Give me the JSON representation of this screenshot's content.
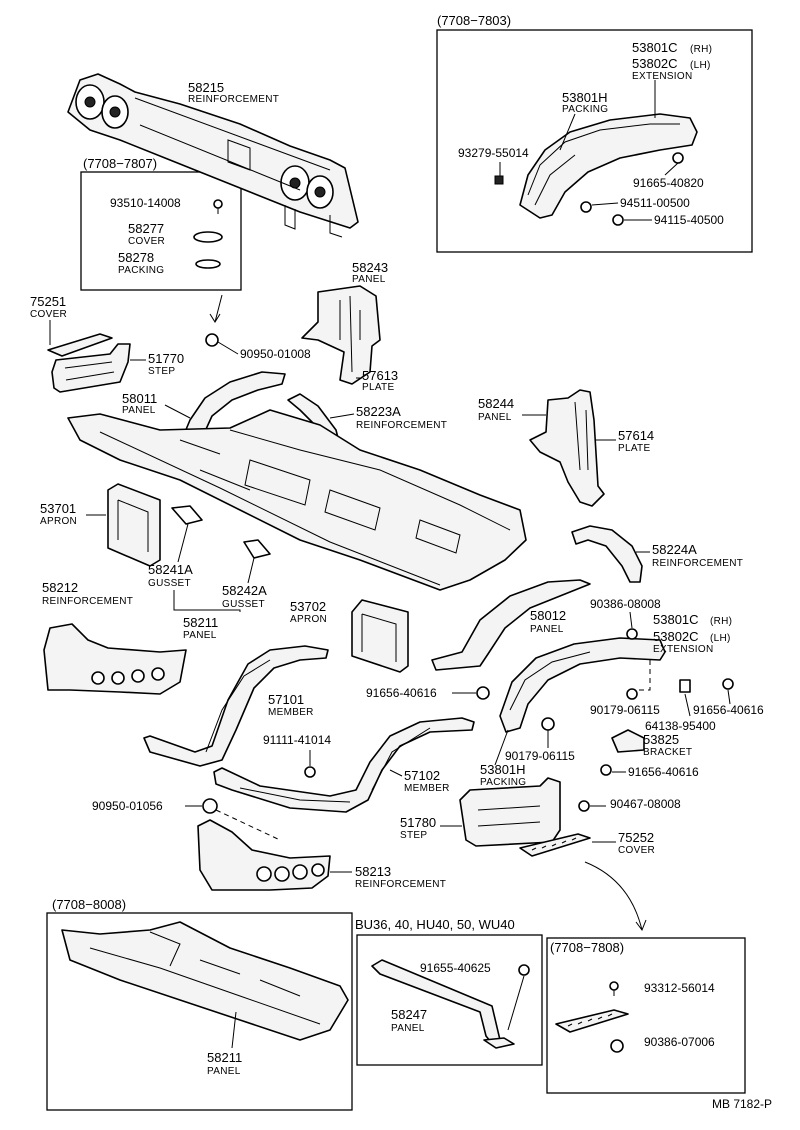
{
  "diagram_id": "MB 7182-P",
  "groups": {
    "g7708_7803": "(7708−7803)",
    "g7708_7807": "(7708−7807)",
    "g7708_8008": "(7708−8008)",
    "g7708_7808": "(7708−7808)",
    "models": "BU36, 40, HU40, 50, WU40"
  },
  "labels": {
    "p53801C": "53801C",
    "rh": "(RH)",
    "p53802C": "53802C",
    "lh": "(LH)",
    "extension": "EXTENSION",
    "p53801H": "53801H",
    "packing": "PACKING",
    "p93279": "93279-55014",
    "p91665_40820": "91665-40820",
    "p94511": "94511-00500",
    "p94115": "94115-40500",
    "p58215": "58215",
    "reinforcement": "REINFORCEMENT",
    "p93510": "93510-14008",
    "p58277": "58277",
    "cover": "COVER",
    "p58278": "58278",
    "p75251": "75251",
    "p51770": "51770",
    "step": "STEP",
    "p90950_01008": "90950-01008",
    "p58243": "58243",
    "panel": "PANEL",
    "p57613": "57613",
    "plate": "PLATE",
    "p58011": "58011",
    "p58223A": "58223A",
    "p58244": "58244",
    "p57614": "57614",
    "p53701": "53701",
    "apron": "APRON",
    "p58241A": "58241A",
    "gusset": "GUSSET",
    "p58242A": "58242A",
    "p58224A": "58224A",
    "p58212": "58212",
    "p58211": "58211",
    "p53702": "53702",
    "p58012": "58012",
    "p90386_08008": "90386-08008",
    "p91656_40616": "91656-40616",
    "p57101": "57101",
    "member": "MEMBER",
    "p90179_06115": "90179-06115",
    "p64138": "64138-95400",
    "p53825": "53825",
    "bracket": "BRACKET",
    "p91111": "91111-41014",
    "p57102": "57102",
    "p90950_01056": "90950-01056",
    "p90467": "90467-08008",
    "p51780": "51780",
    "p75252": "75252",
    "p58213": "58213",
    "p91655": "91655-40625",
    "p58247": "58247",
    "p93312": "93312-56014",
    "p90386_07006": "90386-07006"
  }
}
